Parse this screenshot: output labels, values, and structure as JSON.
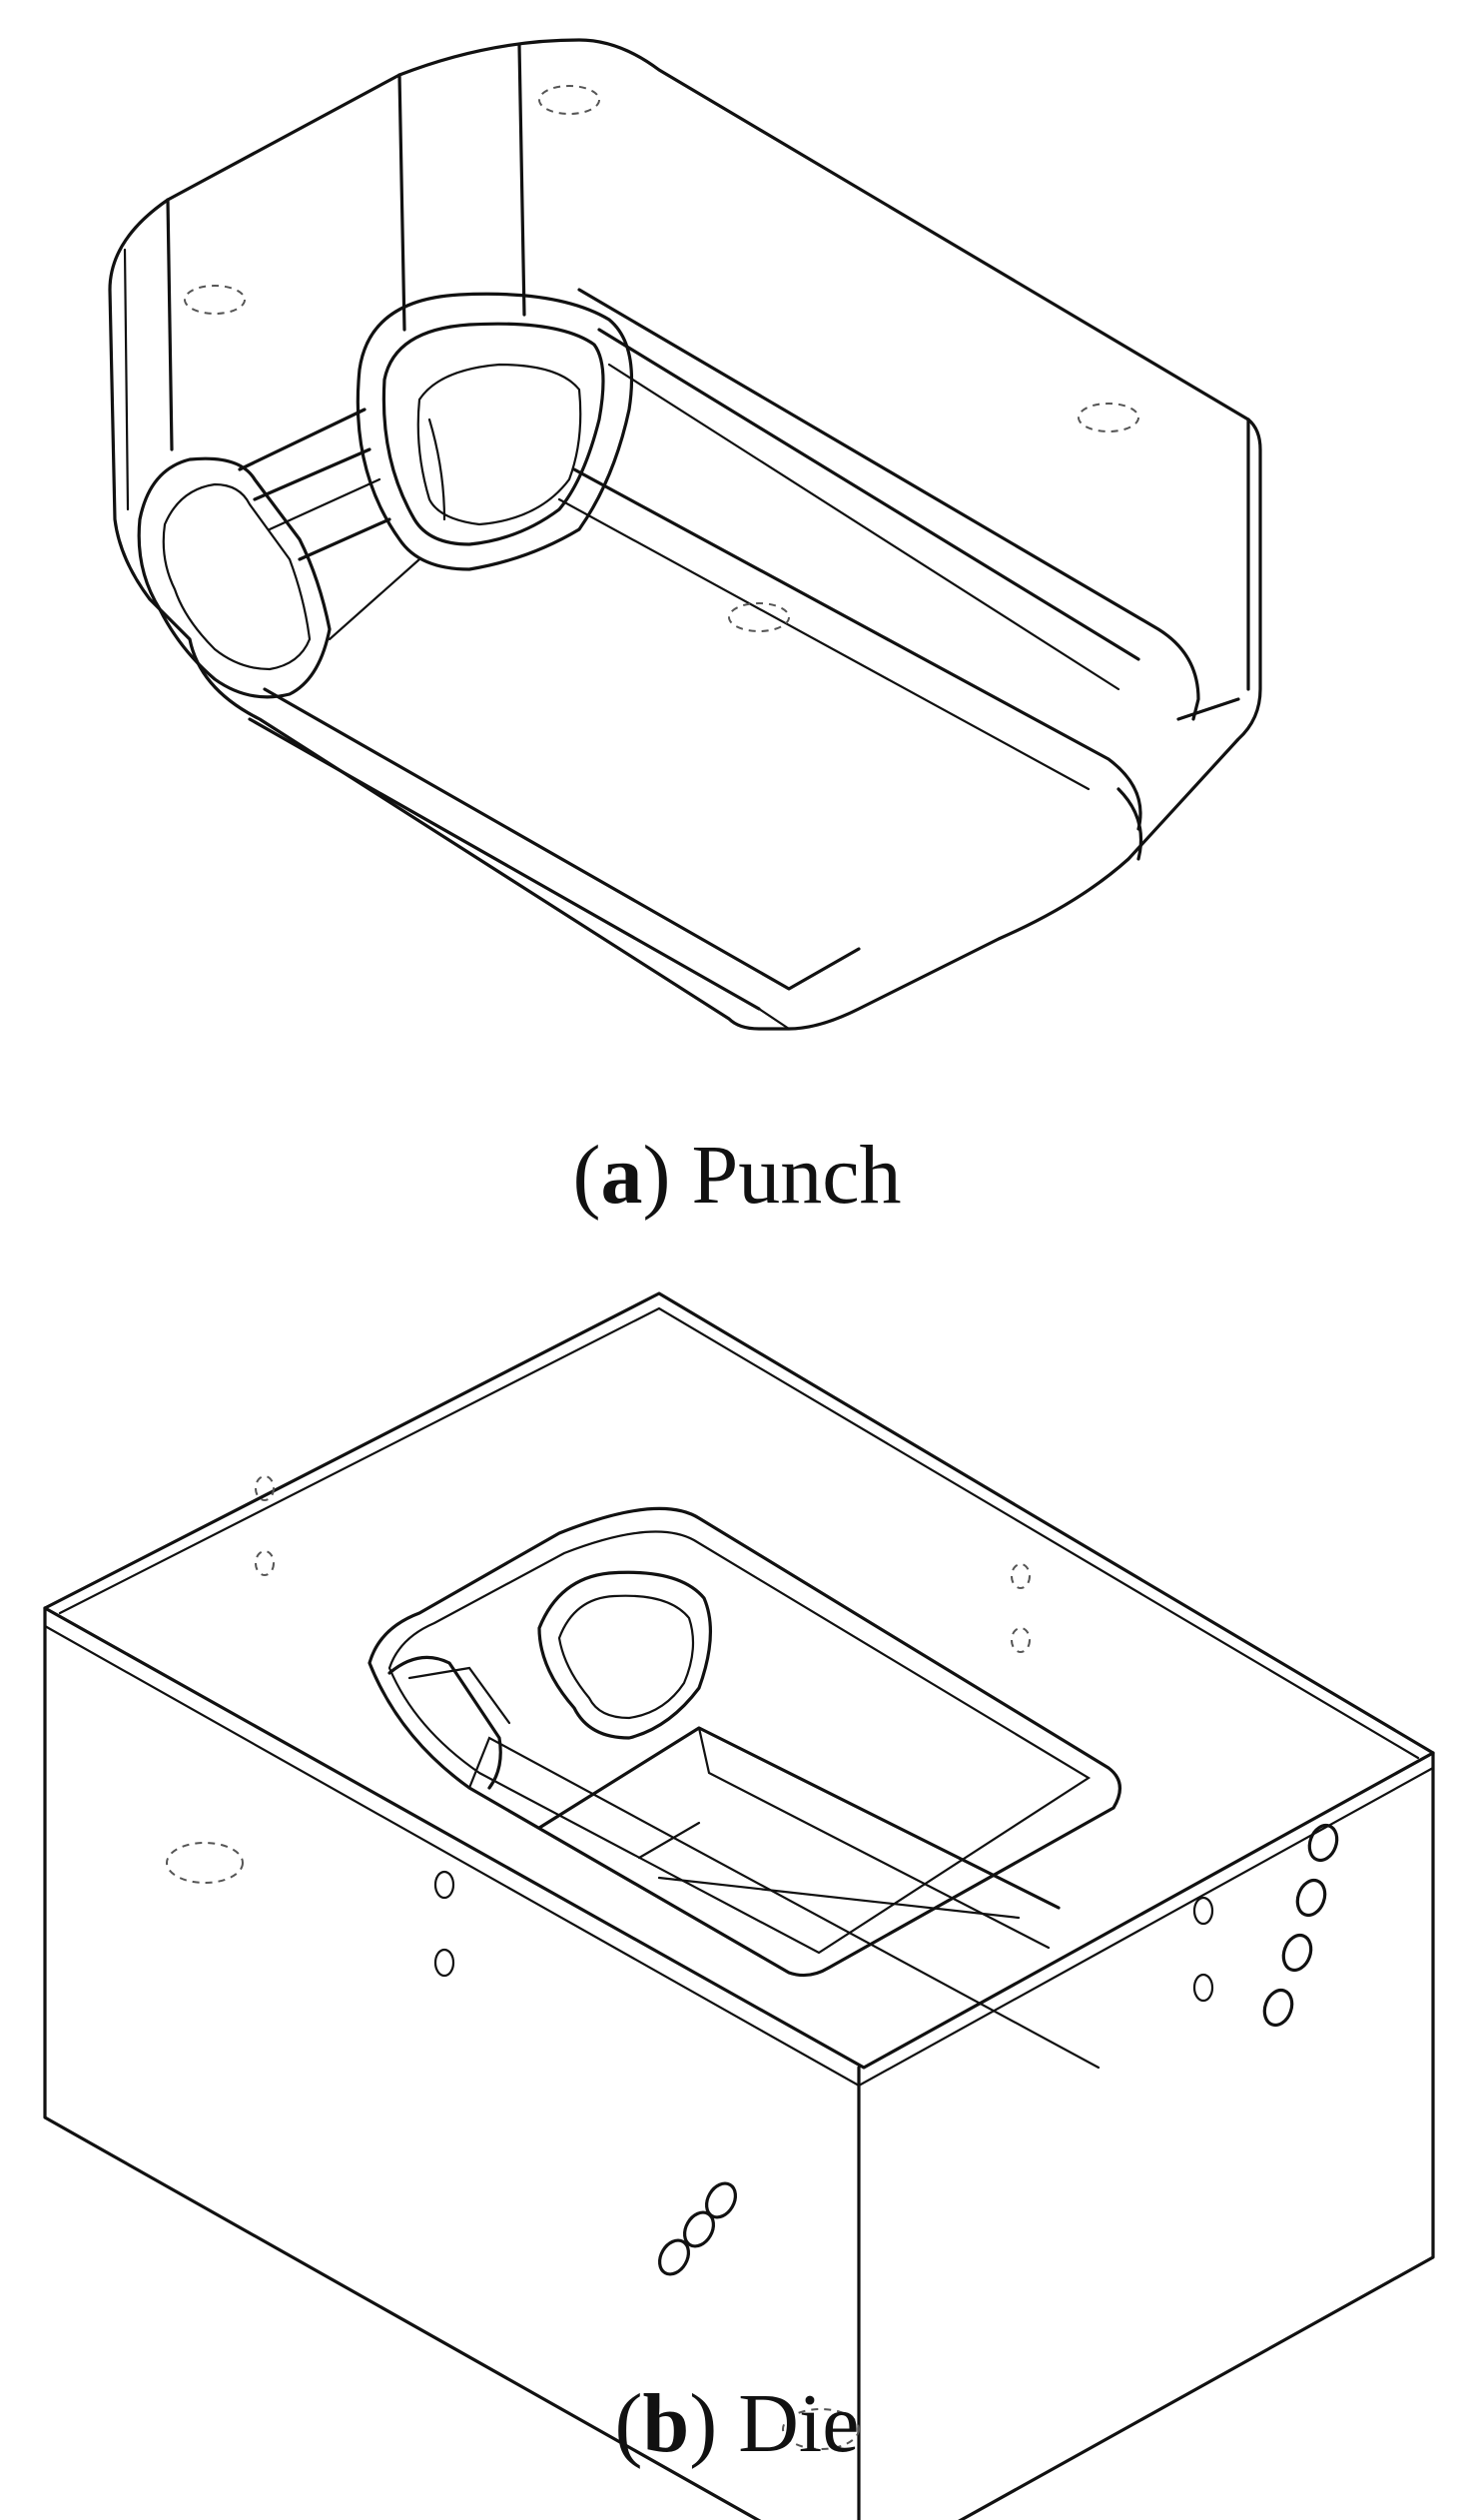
{
  "figures": [
    {
      "letter": "a",
      "label": "Punch"
    },
    {
      "letter": "b",
      "label": "Die"
    }
  ]
}
